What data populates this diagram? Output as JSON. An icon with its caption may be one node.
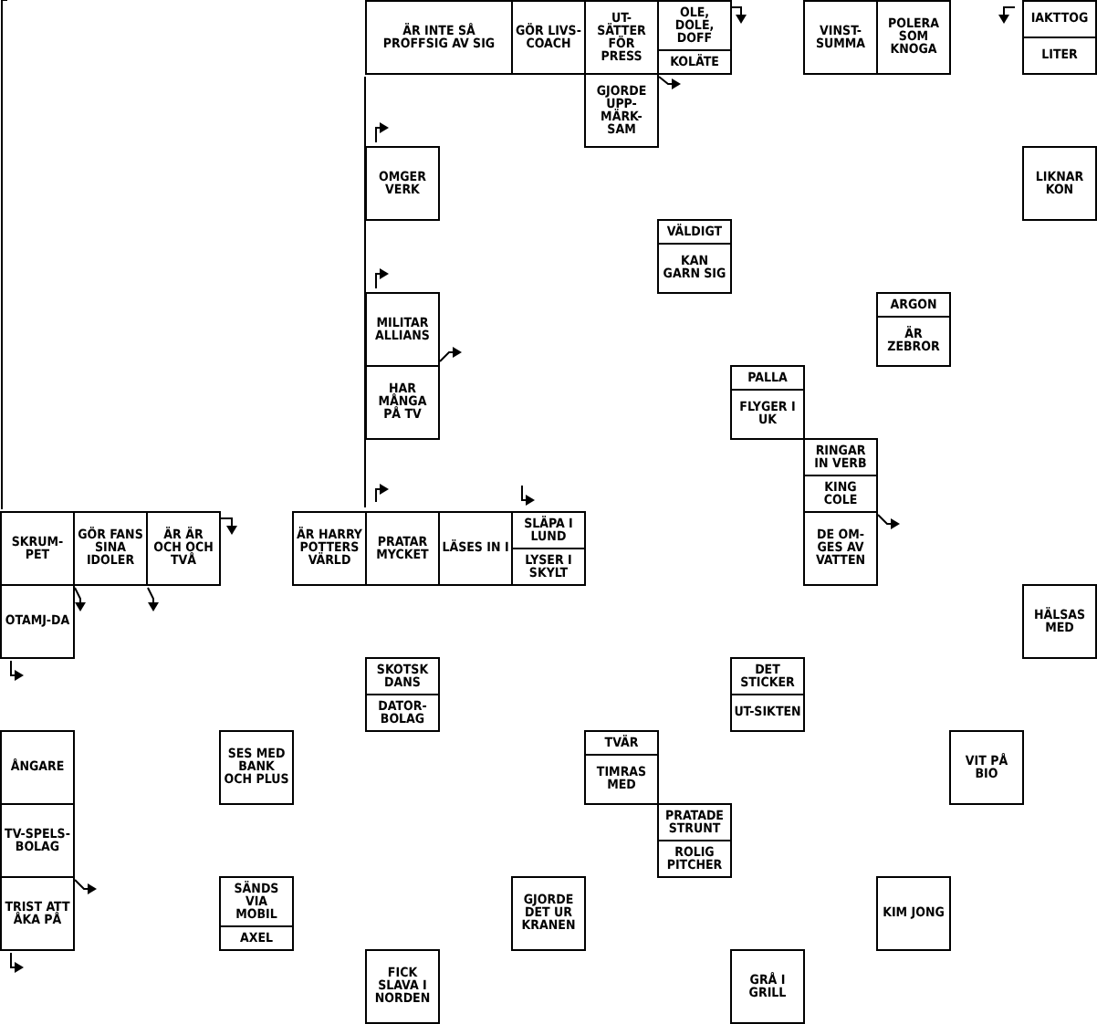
{
  "diagram": {
    "nodes": [
      {
        "text": [
          "ÄR INTE SÅ PROFFSIG AV SIG"
        ]
      },
      {
        "text": [
          "GÖR LIVS-COACH"
        ]
      },
      {
        "text": [
          "UT-SÄTTER FÖR PRESS"
        ]
      },
      {
        "text": [
          "OLE, DOLE, DOFF"
        ]
      },
      {
        "text": [
          "KOLÄTE"
        ]
      },
      {
        "text": [
          "VINST-SUMMA"
        ]
      },
      {
        "text": [
          "POLERA SOM KNOGA"
        ]
      },
      {
        "text": [
          "IAKTTOG"
        ]
      },
      {
        "text": [
          "LITER"
        ]
      },
      {
        "text": [
          "GJORDE UPP-MÄRK-SAM"
        ]
      },
      {
        "text": [
          "OMGER VERK"
        ]
      },
      {
        "text": [
          "LIKNAR KON"
        ]
      },
      {
        "text": [
          "VÄLDIGT"
        ]
      },
      {
        "text": [
          "KAN GARN SIG"
        ]
      },
      {
        "text": [
          "MILITAR ALLIANS"
        ]
      },
      {
        "text": [
          "ARGON"
        ]
      },
      {
        "text": [
          "ÄR ZEBROR"
        ]
      },
      {
        "text": [
          "HAR MÅNGA PÅ TV"
        ]
      },
      {
        "text": [
          "PALLA"
        ]
      },
      {
        "text": [
          "FLYGER I UK"
        ]
      },
      {
        "text": [
          "RINGAR IN VERB"
        ]
      },
      {
        "text": [
          "KING COLE"
        ]
      },
      {
        "text": [
          "SKRUM-PET"
        ]
      },
      {
        "text": [
          "GÖR FANS SINA IDOLER"
        ]
      },
      {
        "text": [
          "ÄR ÄR OCH OCH TVÅ"
        ]
      },
      {
        "text": [
          "ÄR HARRY POTTERS VÄRLD"
        ]
      },
      {
        "text": [
          "PRATAR MYCKET"
        ]
      },
      {
        "text": [
          "LÄSES IN I"
        ]
      },
      {
        "text": [
          "SLÄPA I LUND"
        ]
      },
      {
        "text": [
          "LYSER I SKYLT"
        ]
      },
      {
        "text": [
          "DE OM-GES AV VATTEN"
        ]
      },
      {
        "text": [
          "OTAMJ-DA"
        ]
      },
      {
        "text": [
          "HÄLSAS MED"
        ]
      },
      {
        "text": [
          "SKOTSK DANS"
        ]
      },
      {
        "text": [
          "DET STICKER"
        ]
      },
      {
        "text": [
          "DATOR-BOLAG"
        ]
      },
      {
        "text": [
          "UT-SIKTEN"
        ]
      },
      {
        "text": [
          "ÅNGARE"
        ]
      },
      {
        "text": [
          "SES MED BANK OCH PLUS"
        ]
      },
      {
        "text": [
          "TVÄR"
        ]
      },
      {
        "text": [
          "TIMRAS MED"
        ]
      },
      {
        "text": [
          "VIT PÅ BIO"
        ]
      },
      {
        "text": [
          "TV-SPELS-BOLAG"
        ]
      },
      {
        "text": [
          "PRATADE STRUNT"
        ]
      },
      {
        "text": [
          "ROLIG PITCHER"
        ]
      },
      {
        "text": [
          "TRIST ATT ÅKA PÅ"
        ]
      },
      {
        "text": [
          "SÄNDS VIA MOBIL"
        ]
      },
      {
        "text": [
          "GJORDE DET UR KRANEN"
        ]
      },
      {
        "text": [
          "KIM JONG"
        ]
      },
      {
        "text": [
          "AXEL"
        ]
      },
      {
        "text": [
          "FICK SLAVA I NORDEN"
        ]
      },
      {
        "text": [
          "GRÅ I GRILL"
        ]
      }
    ]
  }
}
